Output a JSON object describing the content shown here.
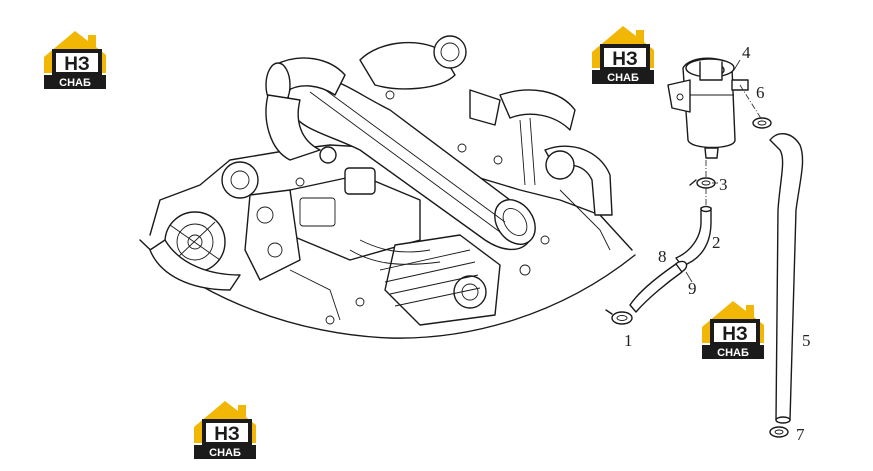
{
  "watermark": {
    "top_text": "НЗ",
    "bottom_text": "СНАБ",
    "accent_color": "#F2B705",
    "dark_color": "#1b1b1b"
  },
  "callouts": [
    "1",
    "2",
    "3",
    "4",
    "5",
    "6",
    "7",
    "8",
    "9"
  ]
}
